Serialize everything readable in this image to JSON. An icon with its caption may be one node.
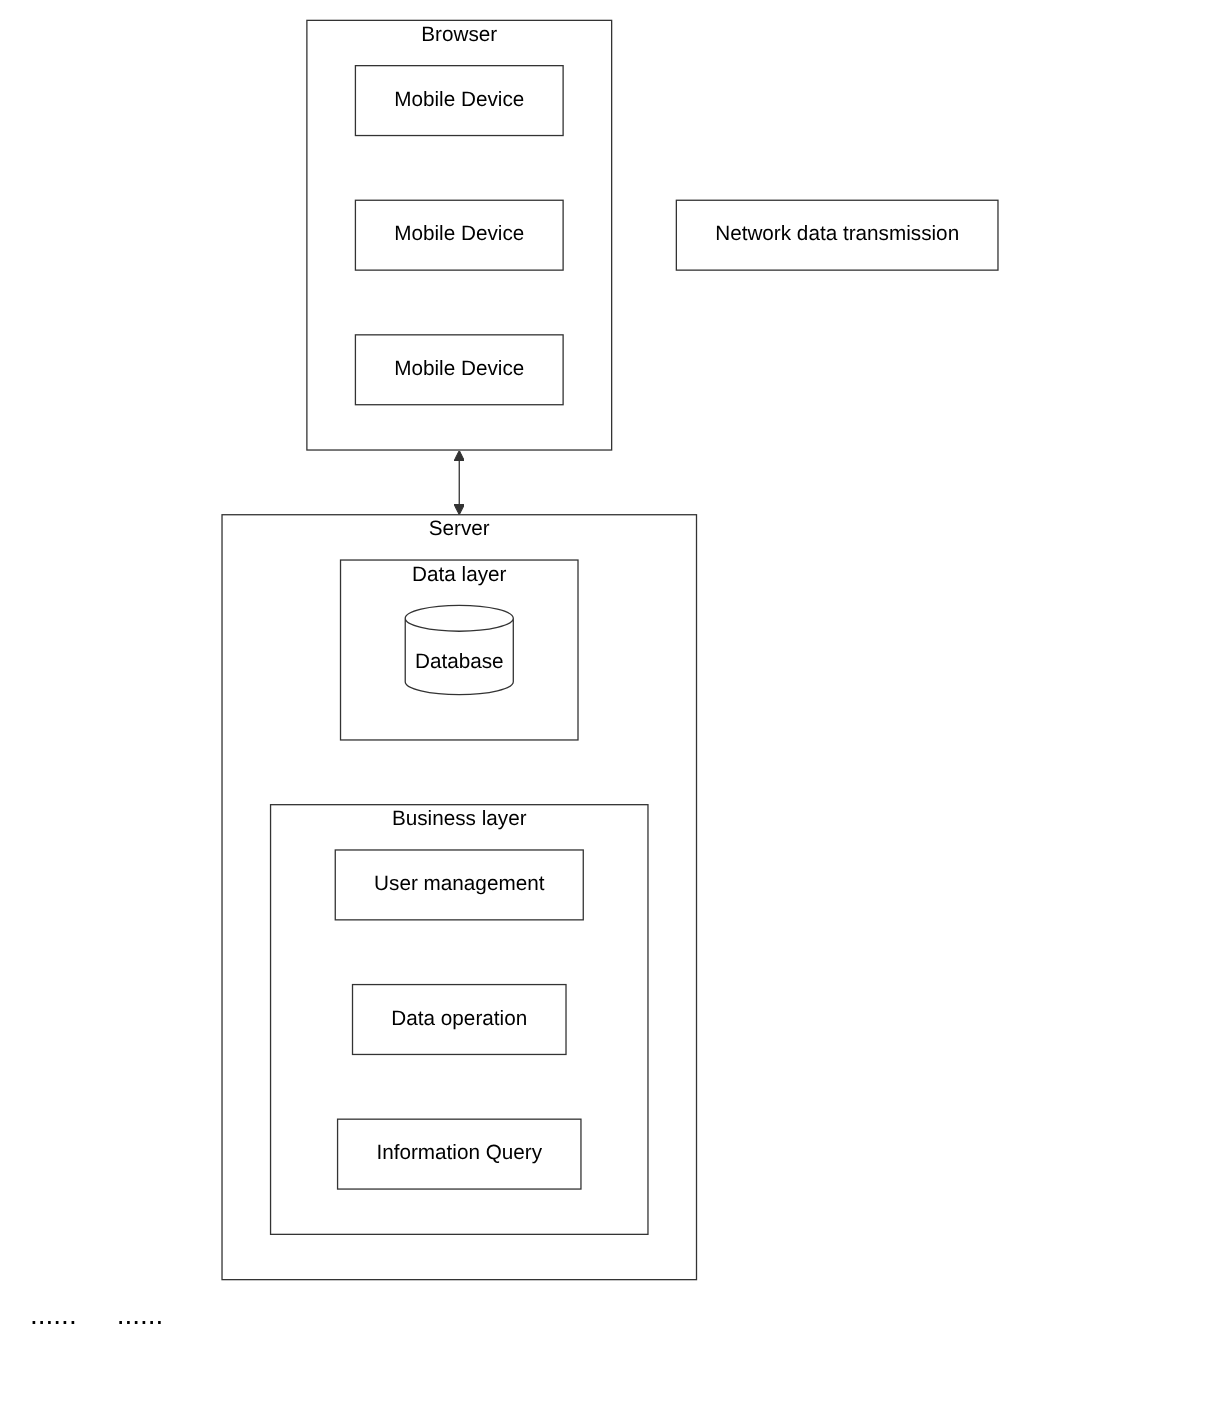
{
  "diagram": {
    "nodes": [
      {
        "text": [
          "Browser"
        ]
      },
      {
        "text": [
          "Mobile Device"
        ],
        "in": 0
      },
      {
        "text": [
          "Mobile Device"
        ],
        "in": 0
      },
      {
        "text": [
          "Mobile Device"
        ],
        "in": 0
      },
      {
        "text": [
          "Network data transmission"
        ]
      },
      {
        "text": [
          "Server"
        ]
      },
      {
        "text": [
          "Business layer"
        ],
        "in": 5
      },
      {
        "text": [
          "User management"
        ],
        "in": 6
      },
      {
        "text": [
          "Data operation"
        ],
        "in": 6
      },
      {
        "text": [
          "Information Query"
        ],
        "in": 6
      },
      {
        "text": [
          "Data layer"
        ],
        "in": 5
      },
      {
        "text": [
          "Database"
        ],
        "in": 10
      }
    ],
    "edges": [
      {
        "from": 0,
        "to": 5,
        "arrow": "both"
      }
    ],
    "labels": [
      "......",
      "......"
    ]
  }
}
